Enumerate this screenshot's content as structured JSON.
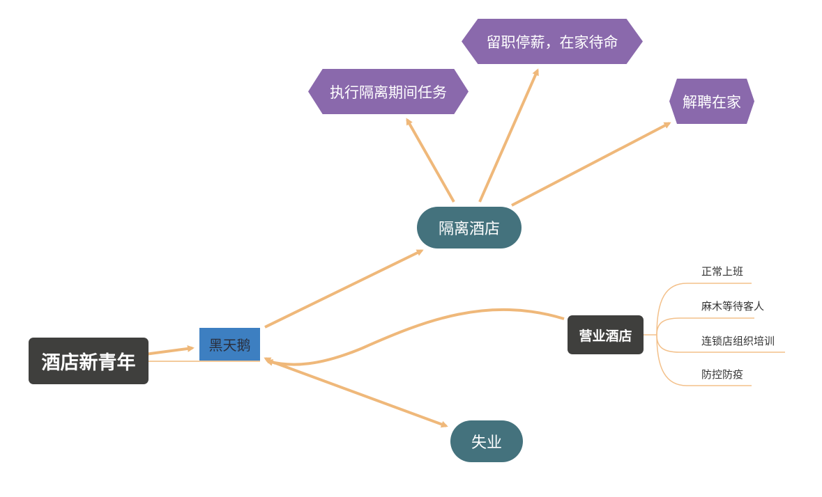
{
  "root": {
    "label": "酒店新青年"
  },
  "black_swan": {
    "label": "黑天鹅"
  },
  "quarantine_hotel": {
    "label": "隔离酒店",
    "children": [
      "执行隔离期间任务",
      "留职停薪，在家待命",
      "解聘在家"
    ]
  },
  "business_hotel": {
    "label": "营业酒店",
    "children": [
      "正常上班",
      "麻木等待客人",
      "连锁店组织培训",
      "防控防疫"
    ]
  },
  "unemployed": {
    "label": "失业"
  },
  "colors": {
    "connector": "#efb87a",
    "leaf_line": "#f3c08a",
    "dark_node": "#3f3f3d",
    "teal_node": "#44727d",
    "purple_node": "#8a69ac",
    "blue_node": "#3d7fc1"
  }
}
